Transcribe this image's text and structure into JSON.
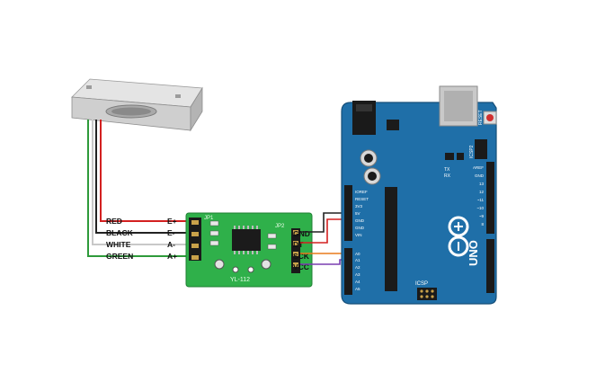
{
  "wire_labels": {
    "red": "RED",
    "black": "BLACK",
    "white": "WHITE",
    "green": "GREEN"
  },
  "hx711_inputs": [
    "E+",
    "E-",
    "A-",
    "A+"
  ],
  "hx711_outputs": [
    "GND",
    "DT",
    "SCK",
    "VCC"
  ],
  "hx711_board_text": [
    "YL-112",
    "JP1",
    "JP2"
  ],
  "arduino_text": {
    "uno": "UNO",
    "reset": "RESET",
    "icsp": "ICSP",
    "icsp2": "ICSP2",
    "power_pins": [
      "IOREF",
      "RESET",
      "3V3",
      "5V",
      "GND",
      "GND",
      "VIN"
    ],
    "analog_pins": [
      "A0",
      "A1",
      "A2",
      "A3",
      "A4",
      "A5"
    ],
    "digital_pins": [
      "AREF",
      "GND",
      "13",
      "12",
      "~11",
      "~10",
      "~9",
      "8"
    ],
    "tx_rx": [
      "TX",
      "RX"
    ]
  },
  "colors": {
    "red_wire": "#d32020",
    "black_wire": "#222222",
    "white_wire": "#c8c8c8",
    "green_wire": "#2e9a3a",
    "hx711_board": "#2fb04a",
    "arduino_board": "#1f6fa8",
    "orange_wire": "#e87a1c",
    "purple_wire": "#7a3fb0"
  },
  "icons": [
    "load-cell",
    "hx711-module",
    "arduino-uno-board"
  ]
}
